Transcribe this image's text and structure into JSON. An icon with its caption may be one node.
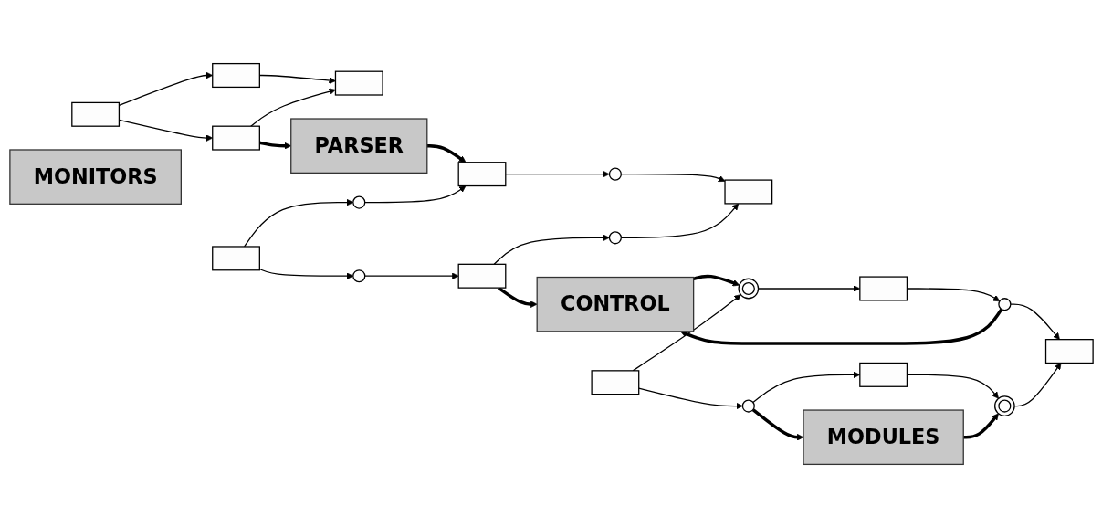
{
  "diagram": {
    "nodes": [
      {
        "text": [],
        "shape": "box"
      },
      {
        "text": [],
        "shape": "box"
      },
      {
        "text": [],
        "shape": "box"
      },
      {
        "text": [],
        "shape": "box"
      },
      {
        "text": [
          "PARSER"
        ]
      },
      {
        "text": [],
        "shape": "box"
      },
      {
        "text": [],
        "shape": "circle"
      },
      {
        "text": [],
        "shape": "circle"
      },
      {
        "text": [],
        "shape": "box"
      },
      {
        "text": [],
        "shape": "box"
      },
      {
        "text": [],
        "shape": "circle"
      },
      {
        "text": [],
        "shape": "circle"
      },
      {
        "text": [],
        "shape": "box"
      },
      {
        "text": [
          "CONTROL"
        ]
      },
      {
        "text": [
          "MONITORS"
        ]
      },
      {
        "text": [],
        "shape": "box"
      },
      {
        "text": [],
        "shape": "circle"
      },
      {
        "text": [],
        "shape": "circle"
      },
      {
        "text": [],
        "shape": "box"
      },
      {
        "text": [],
        "shape": "box"
      },
      {
        "text": [],
        "shape": "circle"
      },
      {
        "text": [],
        "shape": "circle"
      },
      {
        "text": [],
        "shape": "box"
      },
      {
        "text": [
          "MODULES"
        ]
      }
    ],
    "edges": [
      {
        "from": 0,
        "to": 1,
        "arrow": "to"
      },
      {
        "from": 0,
        "to": 2,
        "arrow": "to"
      },
      {
        "from": 1,
        "to": 3,
        "arrow": "to"
      },
      {
        "from": 2,
        "to": 3,
        "arrow": "to"
      },
      {
        "from": 2,
        "to": 4,
        "arrow": "to",
        "style": "thick"
      },
      {
        "from": 4,
        "to": 8,
        "arrow": "to",
        "style": "thick"
      },
      {
        "from": 5,
        "to": 6,
        "arrow": "to"
      },
      {
        "from": 5,
        "to": 7,
        "arrow": "to"
      },
      {
        "from": 6,
        "to": 8,
        "arrow": "to"
      },
      {
        "from": 7,
        "to": 9,
        "arrow": "to"
      },
      {
        "from": 8,
        "to": 10,
        "arrow": "to"
      },
      {
        "from": 9,
        "to": 11,
        "arrow": "to"
      },
      {
        "from": 10,
        "to": 12,
        "arrow": "to"
      },
      {
        "from": 11,
        "to": 12,
        "arrow": "to"
      },
      {
        "from": 9,
        "to": 13,
        "arrow": "to",
        "style": "thick"
      },
      {
        "from": 13,
        "to": 16,
        "arrow": "to",
        "style": "thick"
      },
      {
        "from": 15,
        "to": 16,
        "arrow": "to"
      },
      {
        "from": 15,
        "to": 17,
        "arrow": "to"
      },
      {
        "from": 16,
        "to": 18,
        "arrow": "to"
      },
      {
        "from": 17,
        "to": 19,
        "arrow": "to"
      },
      {
        "from": 18,
        "to": 20,
        "arrow": "to"
      },
      {
        "from": 19,
        "to": 21,
        "arrow": "to"
      },
      {
        "from": 20,
        "to": 22,
        "arrow": "to"
      },
      {
        "from": 21,
        "to": 22,
        "arrow": "to"
      },
      {
        "from": 17,
        "to": 23,
        "arrow": "to",
        "style": "thick"
      },
      {
        "from": 23,
        "to": 21,
        "arrow": "to",
        "style": "thick"
      },
      {
        "from": 20,
        "to": 13,
        "arrow": "to",
        "style": "thick"
      }
    ]
  }
}
